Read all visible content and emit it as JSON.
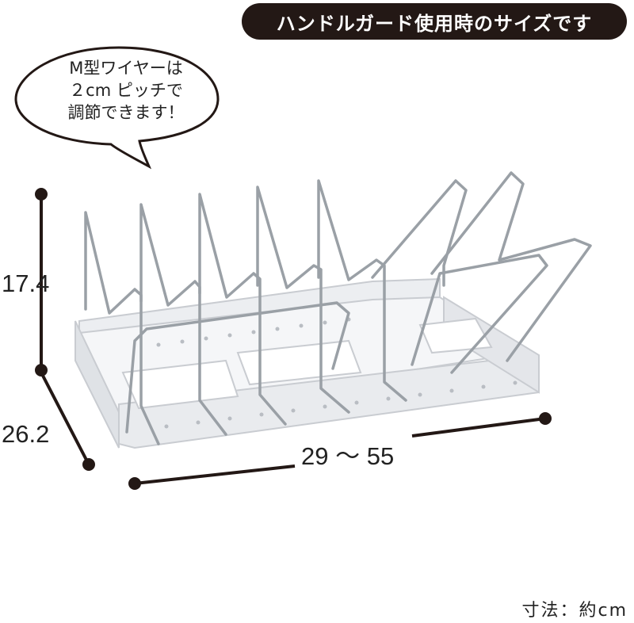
{
  "header": {
    "title": "ハンドルガード使用時のサイズです"
  },
  "bubble": {
    "lines": [
      "M型ワイヤーは",
      "２cm ピッチで",
      "調節できます！"
    ]
  },
  "dimensions": {
    "height": "17.4",
    "depth": "26.2",
    "width": "29 ～ 55"
  },
  "footer": {
    "unit_note": "寸法：約cm"
  },
  "colors": {
    "pill_background": "#231815",
    "rack_body": "#f2f3f5",
    "wire": "#9aa0a6"
  }
}
